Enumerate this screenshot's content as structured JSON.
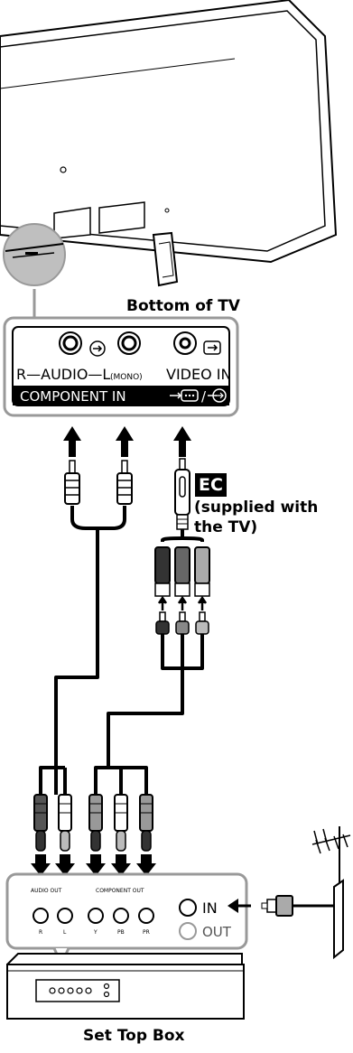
{
  "labels": {
    "bottom_of_tv": "Bottom of TV",
    "set_top_box": "Set Top Box",
    "badge": "EC",
    "supplied_note": "(supplied with the TV)"
  },
  "tv_panel": {
    "audio_label": "R—AUDIO—L",
    "mono_label": "(MONO)",
    "video_label": "VIDEO IN",
    "component_label": "COMPONENT IN",
    "component_suffix": "/"
  },
  "stb_panel": {
    "audio_out": "AUDIO OUT",
    "component_out": "COMPONENT OUT",
    "jacks": [
      "R",
      "L",
      "Y",
      "PB",
      "PR"
    ],
    "in_label": "IN",
    "out_label": "OUT"
  }
}
